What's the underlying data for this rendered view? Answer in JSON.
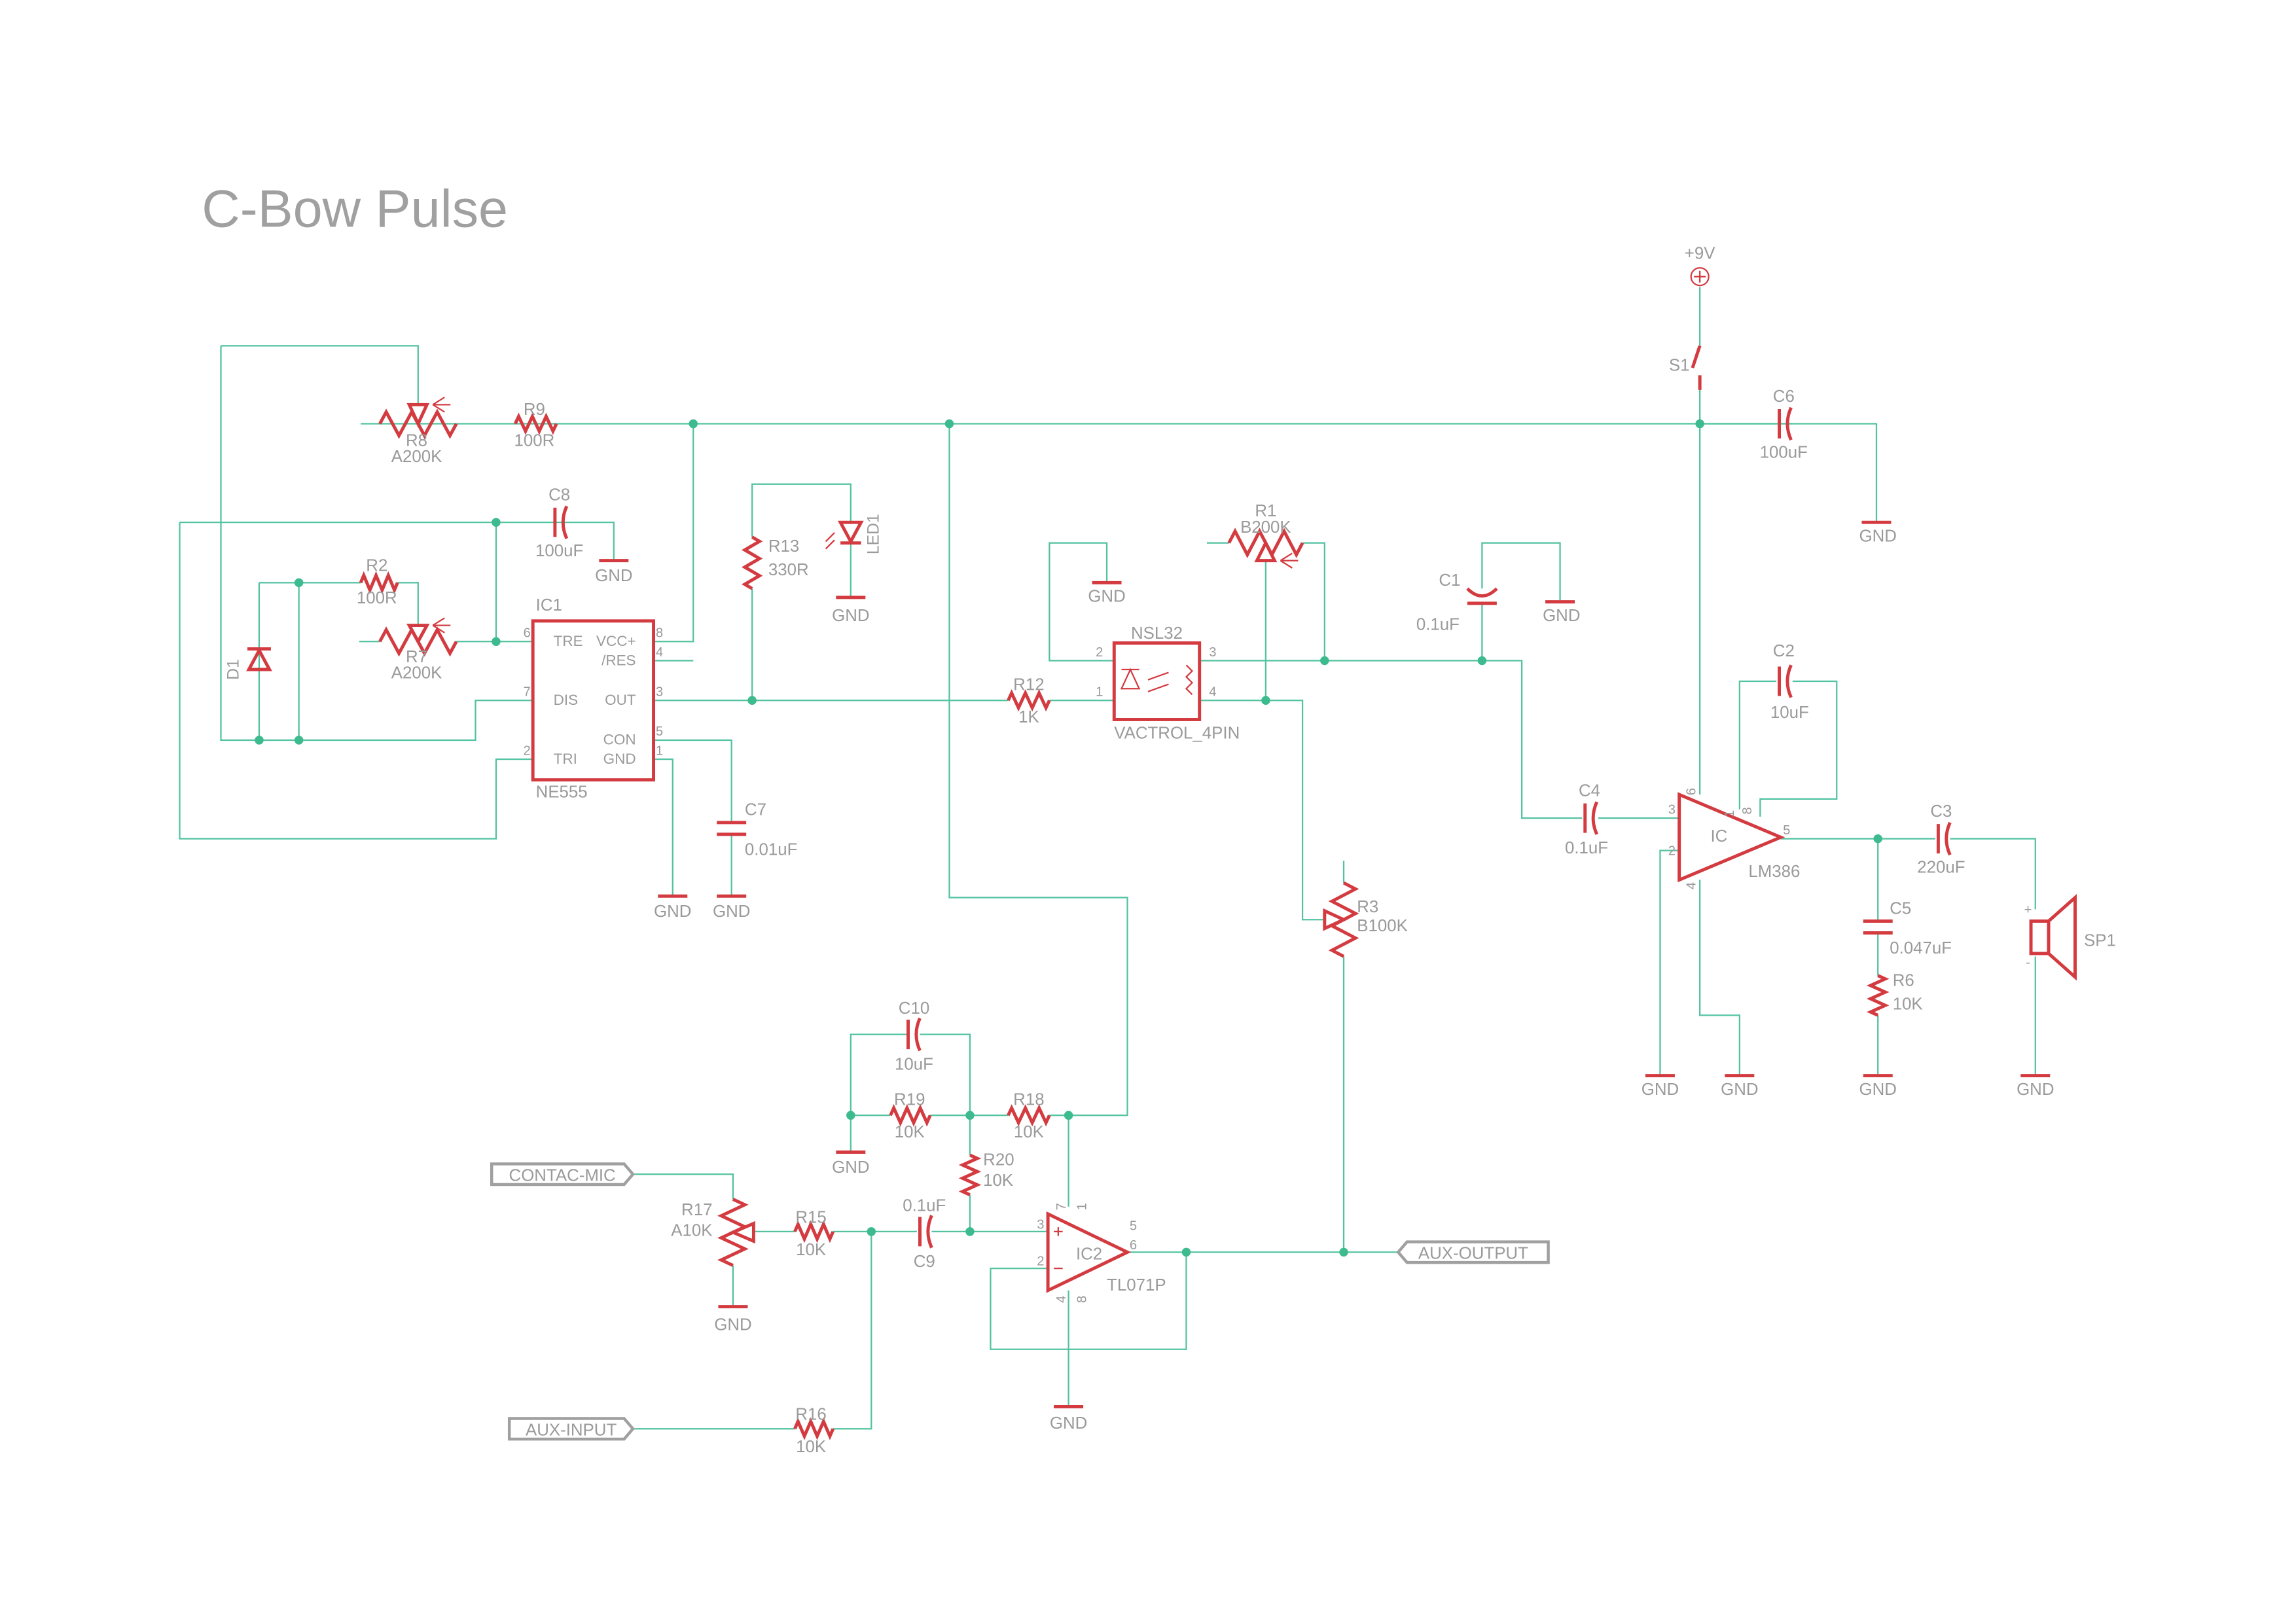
{
  "title": "C-Bow Pulse",
  "colors": {
    "wire": "#52c2a0",
    "part": "#d33b40",
    "text": "#9a9a9a",
    "junction": "#3dbb8e"
  },
  "labels": {
    "r8": "R8",
    "r8v": "A200K",
    "r9": "R9",
    "r9v": "100R",
    "c6": "C6",
    "c6v": "100uF",
    "gnd_c6": "GND",
    "p9v": "+9V",
    "s1": "S1",
    "c8": "C8",
    "c8v": "100uF",
    "gnd_c8": "GND",
    "r2": "R2",
    "r2v": "100R",
    "r7": "R7",
    "r7v": "A200K",
    "d1": "D1",
    "ic1": "IC1",
    "ic1v": "NE555",
    "ic1_tre": "TRE",
    "ic1_vcc": "VCC+",
    "ic1_res": "/RES",
    "ic1_dis": "DIS",
    "ic1_out": "OUT",
    "ic1_con": "CON",
    "ic1_tri": "TRI",
    "ic1_gnd": "GND",
    "ic1_p6": "6",
    "ic1_p7": "7",
    "ic1_p2": "2",
    "ic1_p8": "8",
    "ic1_p4": "4",
    "ic1_p3": "3",
    "ic1_p5": "5",
    "ic1_p1": "1",
    "r13": "R13",
    "r13v": "330R",
    "led1": "LED1",
    "gnd_led": "GND",
    "c7": "C7",
    "c7v": "0.01uF",
    "gnd_p1": "GND",
    "gnd_c7": "GND",
    "r12": "R12",
    "r12v": "1K",
    "nsl": "NSL32",
    "nslv": "VACTROL_4PIN",
    "nsl_p1": "1",
    "nsl_p2": "2",
    "nsl_p3": "3",
    "nsl_p4": "4",
    "gnd_nsl": "GND",
    "r1": "R1",
    "r1v": "B200K",
    "c1": "C1",
    "c1v": "0.1uF",
    "gnd_c1": "GND",
    "c4": "C4",
    "c4v": "0.1uF",
    "ic": "IC",
    "icv": "LM386",
    "lm_p3": "3",
    "lm_p2": "2",
    "lm_p6": "6",
    "lm_p4": "4",
    "lm_p1": "1",
    "lm_p8": "8",
    "lm_p5": "5",
    "c2": "C2",
    "c2v": "10uF",
    "gnd_lm2": "GND",
    "gnd_lm4": "GND",
    "c3": "C3",
    "c3v": "220uF",
    "c5": "C5",
    "c5v": "0.047uF",
    "r6": "R6",
    "r6v": "10K",
    "gnd_r6": "GND",
    "sp1": "SP1",
    "gnd_sp": "GND",
    "sp_plus": "+",
    "sp_minus": "-",
    "r3": "R3",
    "r3v": "B100K",
    "c10": "C10",
    "c10v": "10uF",
    "r19": "R19",
    "r19v": "10K",
    "r18": "R18",
    "r18v": "10K",
    "gnd_r19": "GND",
    "r20": "R20",
    "r20v": "10K",
    "c9": "C9",
    "c9v": "0.1uF",
    "r15": "R15",
    "r15v": "10K",
    "r17": "R17",
    "r17v": "A10K",
    "gnd_r17": "GND",
    "r16": "R16",
    "r16v": "10K",
    "ic2": "IC2",
    "ic2v": "TL071P",
    "tl_p3": "3",
    "tl_p2": "2",
    "tl_p7": "7",
    "tl_p1": "1",
    "tl_p5": "5",
    "tl_p6": "6",
    "tl_p4": "4",
    "tl_p8": "8",
    "gnd_tl": "GND"
  },
  "ports": {
    "contac_mic": "CONTAC-MIC",
    "aux_input": "AUX-INPUT",
    "aux_output": "AUX-OUTPUT"
  }
}
